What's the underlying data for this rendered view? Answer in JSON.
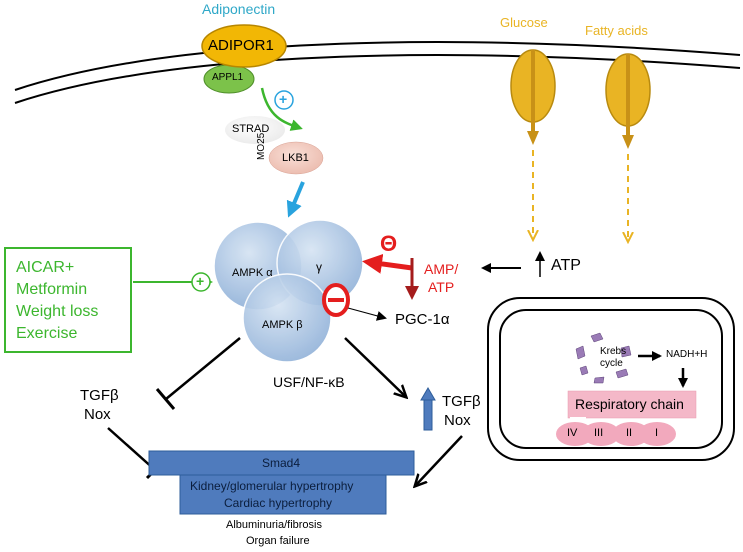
{
  "top": {
    "ligand": "Adiponectin",
    "receptor": "ADIPOR1",
    "adaptor": "APPL1",
    "glucose": "Glucose",
    "fatty_acids": "Fatty acids"
  },
  "kinase_module": {
    "strad": "STRAD",
    "mo25": "MO25",
    "lkb1": "LKB1",
    "plus_sign": "+"
  },
  "ampk": {
    "alpha": "AMPK α",
    "gamma": "γ",
    "beta": "AMPK β"
  },
  "activators": {
    "lines": [
      "AICAR+",
      "Metformin",
      "Weight loss",
      "Exercise"
    ],
    "plus_sign": "+"
  },
  "energy": {
    "amp_atp_1": "AMP/",
    "amp_atp_2": "ATP",
    "atp": "ATP",
    "minus_sign": "Θ",
    "pgc": "PGC-1α"
  },
  "mitochondrion": {
    "krebs_1": "Krebs",
    "krebs_2": "cycle",
    "nadh": "NADH+H",
    "respiratory_chain": "Respiratory chain",
    "complexes": [
      "IV",
      "III",
      "II",
      "I"
    ]
  },
  "downstream": {
    "tgf_left_1": "TGFβ",
    "tgf_left_2": "Nox",
    "usf": "USF/NF-κB",
    "tgf_right_1": "TGFβ",
    "tgf_right_2": "Nox",
    "smad4": "Smad4",
    "kidney": "Kidney/glomerular hypertrophy",
    "cardiac": "Cardiac hypertrophy",
    "outcome_1": "Albuminuria/fibrosis",
    "outcome_2": "Organ failure"
  },
  "colors": {
    "membrane": "#000000",
    "receptor": "#f2b705",
    "adaptor": "#7cc24a",
    "ligand_text": "#2fa8c8",
    "transporter": "#e9b424",
    "transporter_arrow": "#c89117",
    "green": "#3cb62e",
    "blue_arrow": "#29a3de",
    "red": "#e41e1e",
    "dark_red": "#a51c1c",
    "ampk_fill": "#a9c3e3",
    "bar": "#4f7bbd",
    "respiratory": "#f4b8c8"
  }
}
